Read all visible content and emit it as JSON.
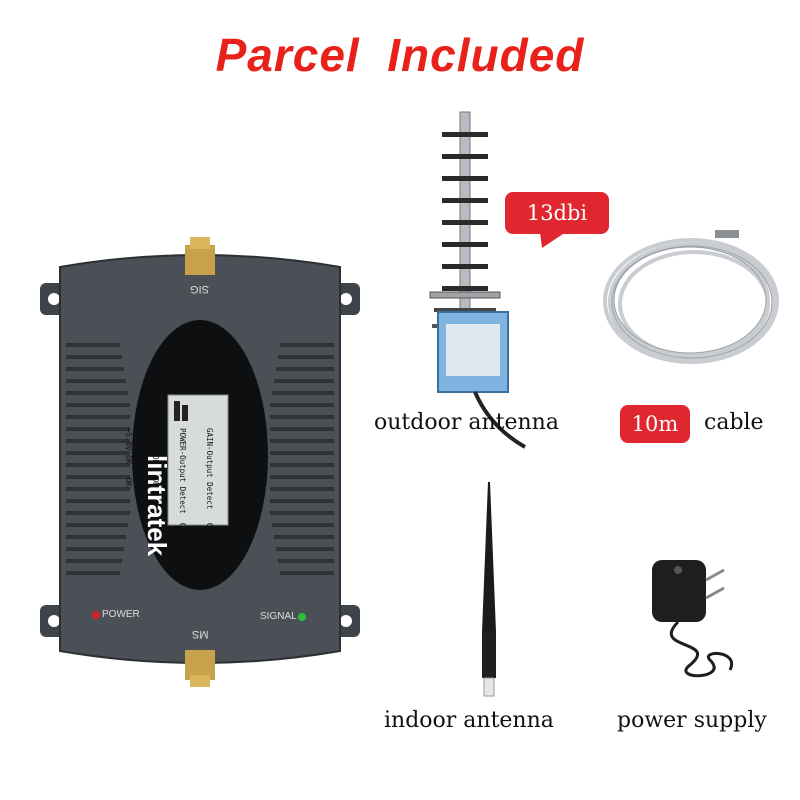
{
  "title": "Parcel  Included",
  "badges": {
    "gain": "13dbi",
    "cable_length": "10m"
  },
  "captions": {
    "outdoor_antenna": "outdoor antenna",
    "cable": "cable",
    "indoor_antenna": "indoor antenna",
    "power_supply": "power supply"
  },
  "device": {
    "brand": "lintratek",
    "port_top": "SIG",
    "port_bottom": "MS",
    "power_label": "POWER",
    "signal_label": "SIGNAL",
    "lcd_lines": [
      "GAIN-Output Detect   OK",
      "POWER-Output Detect  OK",
      "+12V  OK   OK",
      "+5.0V OK   OK"
    ]
  },
  "colors": {
    "title": "#e8211b",
    "badge": "#e0262f",
    "device_body": "#4a4f56"
  }
}
